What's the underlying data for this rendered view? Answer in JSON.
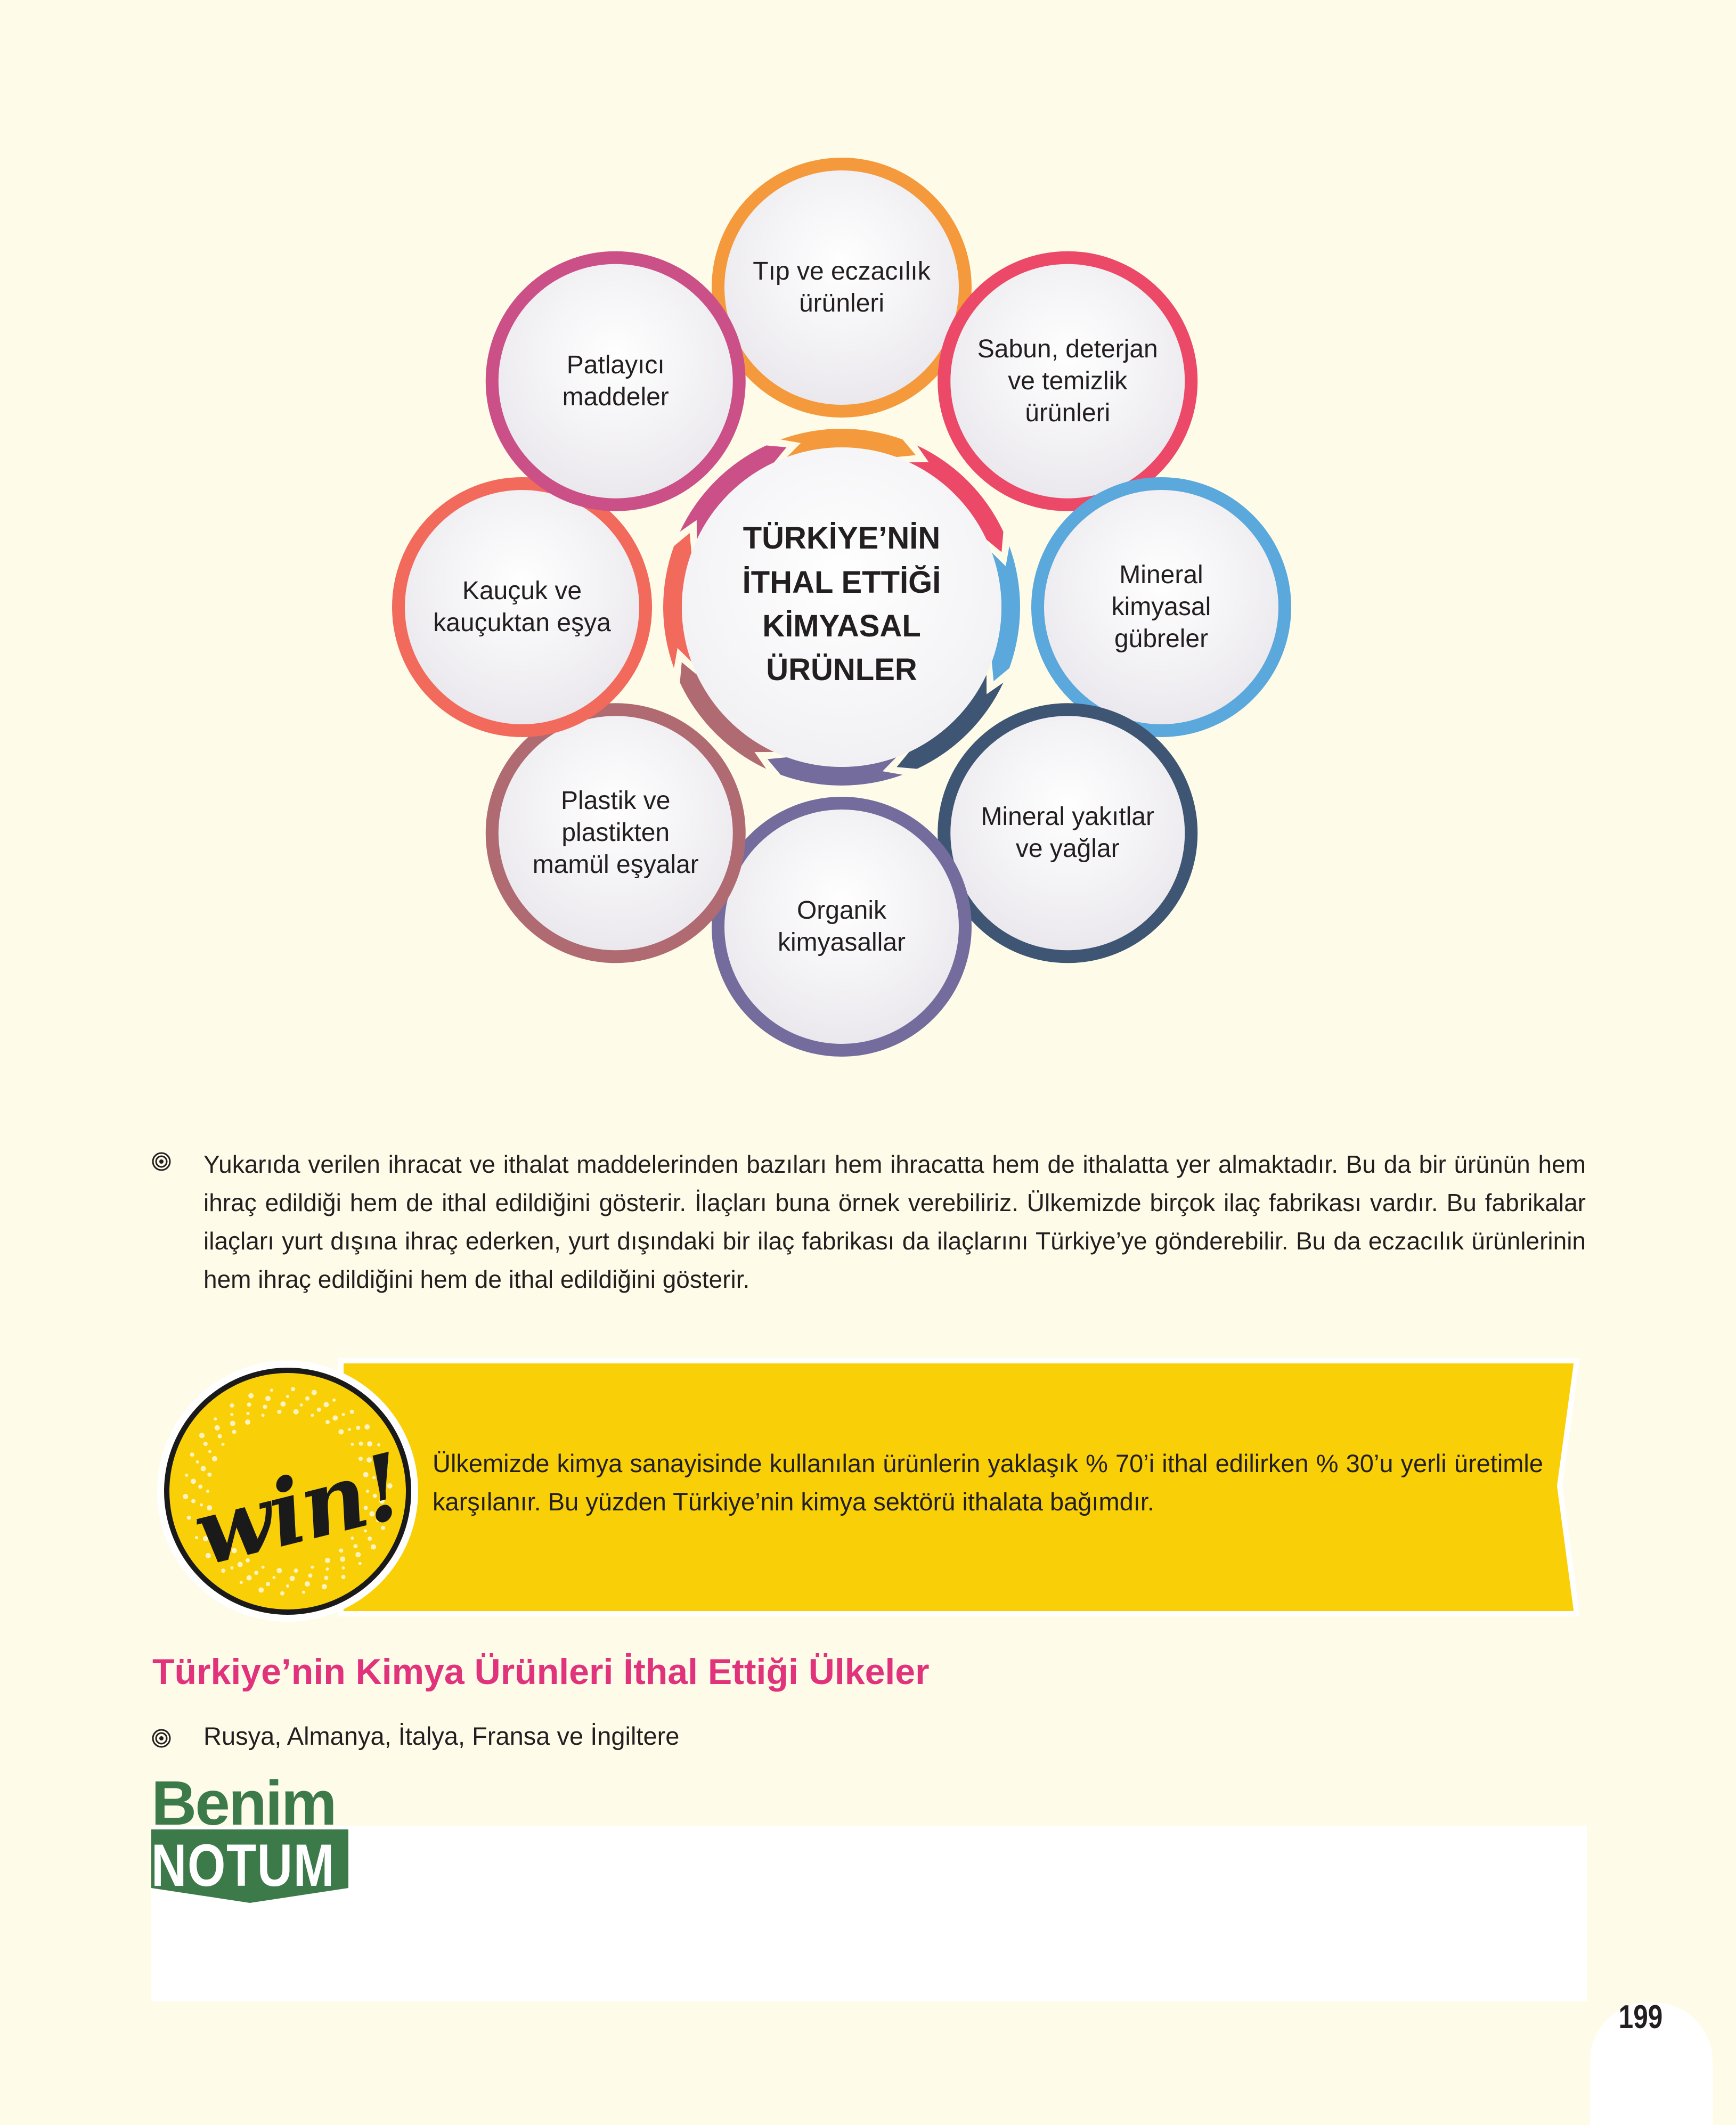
{
  "diagram": {
    "center_title": "TÜRKİYE’NİN\nİTHAL ETTİĞİ\nKİMYASAL\nÜRÜNLER",
    "items": [
      {
        "label": "Tıp ve eczacılık\nürünleri",
        "color": "#f49a3c"
      },
      {
        "label": "Sabun, deterjan\nve temizlik\nürünleri",
        "color": "#ec4868"
      },
      {
        "label": "Mineral\nkimyasal\ngübreler",
        "color": "#5aa8dc"
      },
      {
        "label": "Mineral yakıtlar\nve yağlar",
        "color": "#3e5673"
      },
      {
        "label": "Organik\nkimyasallar",
        "color": "#756c9e"
      },
      {
        "label": "Plastik ve\nplastikten\nmamül eşyalar",
        "color": "#b06a72"
      },
      {
        "label": "Kauçuk ve\nkauçuktan eşya",
        "color": "#f26a5c"
      },
      {
        "label": "Patlayıcı\nmaddeler",
        "color": "#cb5088"
      }
    ]
  },
  "paragraph": "Yukarıda verilen ihracat ve ithalat maddelerinden bazıları hem ihracatta hem de ithalatta yer almaktadır. Bu da bir ürünün hem ihraç edildiği hem de ithal edildiğini gösterir. İlaçları buna örnek verebiliriz. Ülkemizde birçok ilaç fabrikası vardır. Bu fabrikalar ilaçları yurt dışına ihraç ederken, yurt dışındaki bir ilaç fabrikası da ilaçlarını Türkiye’ye gönderebilir. Bu da eczacılık ürünlerinin hem ihraç edildiğini hem de ithal edildiğini gösterir.",
  "banner": {
    "badge": "win!",
    "text": "Ülkemizde kimya sanayisinde kullanılan ürünlerin yaklaşık % 70’i ithal edilirken % 30’u yerli üretimle karşılanır. Bu yüzden Türkiye’nin kimya sektörü ithalata bağımdır.",
    "color": "#f9cf08"
  },
  "section": {
    "heading": "Türkiye’nin Kimya Ürünleri İthal Ettiği Ülkeler",
    "countries": "Rusya, Almanya, İtalya, Fransa ve İngiltere"
  },
  "notes": {
    "benim": "Benim",
    "notum": "NOTUM"
  },
  "page_number": "199"
}
